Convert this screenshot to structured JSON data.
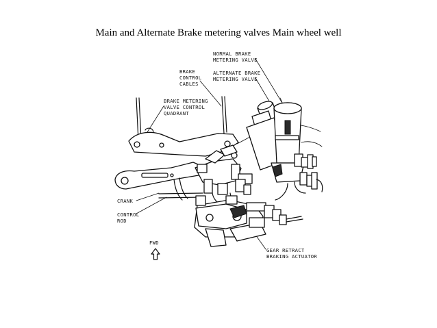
{
  "title": "Main and Alternate Brake metering valves Main wheel well",
  "labels": {
    "normal_valve": [
      "NORMAL BRAKE",
      "METERING VALVE"
    ],
    "alternate_valve": [
      "ALTERNATE BRAKE",
      "METERING VALVE"
    ],
    "control_cables": [
      "BRAKE",
      "CONTROL",
      "CABLES"
    ],
    "quadrant": [
      "BRAKE METERING",
      "VALVE CONTROL",
      "QUADRANT"
    ],
    "crank": [
      "CRANK"
    ],
    "control_rod": [
      "CONTROL",
      "ROD"
    ],
    "fwd": [
      "FWD"
    ],
    "actuator": [
      "GEAR RETRACT",
      "BRAKING ACTUATOR"
    ]
  }
}
